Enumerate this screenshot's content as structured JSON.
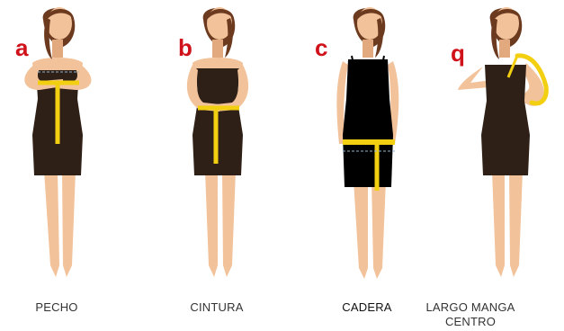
{
  "colors": {
    "letter": "#d0121b",
    "caption": "#333333",
    "caption_strong": "#111111",
    "skin": "#f2c29a",
    "skin_shadow": "#e3a97e",
    "hair": "#6b3a1f",
    "dress": "#2e2016",
    "tape": "#f3cf12"
  },
  "panels": [
    {
      "letter": "a",
      "caption": "PECHO",
      "measure": "chest"
    },
    {
      "letter": "b",
      "caption": "CINTURA",
      "measure": "waist"
    },
    {
      "letter": "c",
      "caption": "CADERA",
      "measure": "hip"
    },
    {
      "letter": "q",
      "caption": "LARGO MANGA CENTRO",
      "measure": "sleeve"
    }
  ]
}
